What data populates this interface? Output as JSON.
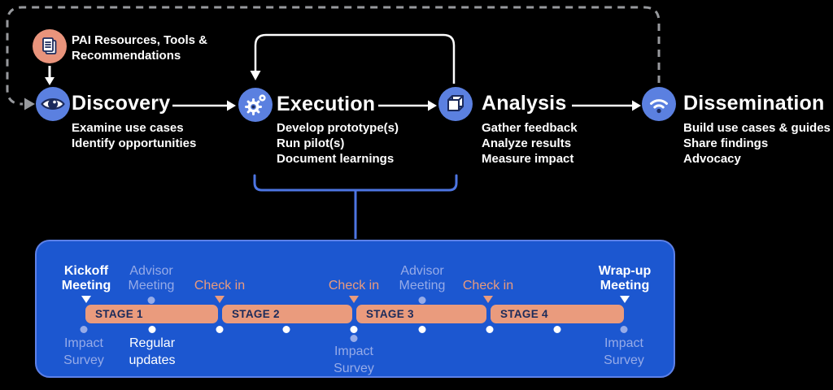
{
  "colors": {
    "background": "#000000",
    "timeline_box": "#1c57d0",
    "timeline_box_border": "#5d81e8",
    "icon_circle_blue": "#5b80e0",
    "icon_navy": "#1b2a5b",
    "salmon": "#ea9b7d",
    "salmon_circle": "#e9947c",
    "periwinkle": "#96abe8",
    "dashed_gray": "#97999d",
    "bracket_blue": "#4d75e2",
    "stage_label_navy": "#1c2b5a",
    "white": "#ffffff"
  },
  "resources": {
    "icon": "document-icon",
    "label": "PAI Resources, Tools & Recommendations"
  },
  "phases": [
    {
      "icon": "eye-icon",
      "title": "Discovery",
      "details": [
        "Examine use cases",
        "Identify opportunities"
      ]
    },
    {
      "icon": "gear-icon",
      "title": "Execution",
      "details": [
        "Develop prototype(s)",
        "Run pilot(s)",
        "Document learnings"
      ]
    },
    {
      "icon": "cube-icon",
      "title": "Analysis",
      "details": [
        "Gather feedback",
        "Analyze results",
        "Measure impact"
      ]
    },
    {
      "icon": "broadcast-icon",
      "title": "Dissemination",
      "details": [
        "Build use cases & guides",
        "Share findings",
        "Advocacy"
      ]
    }
  ],
  "connectors": {
    "dashed_feedback_loop": "Dissemination back to Discovery",
    "white_iteration_loop": "Analysis back to Execution",
    "bracket": "Execution expanded into timeline"
  },
  "timeline": {
    "stages": [
      {
        "label": "STAGE 1"
      },
      {
        "label": "STAGE 2"
      },
      {
        "label": "STAGE 3"
      },
      {
        "label": "STAGE 4"
      }
    ],
    "milestones_above": [
      {
        "label": "Kickoff Meeting",
        "marker": "white-triangle"
      },
      {
        "label": "Advisor Meeting",
        "marker": "periwinkle-dot"
      },
      {
        "label": "Check in",
        "marker": "salmon-triangle"
      },
      {
        "label": "Check in",
        "marker": "salmon-triangle"
      },
      {
        "label": "Advisor Meeting",
        "marker": "periwinkle-dot"
      },
      {
        "label": "Check in",
        "marker": "salmon-triangle"
      },
      {
        "label": "Wrap-up Meeting",
        "marker": "white-triangle"
      }
    ],
    "milestones_below": [
      {
        "label": "Impact Survey",
        "marker": "periwinkle-dot"
      },
      {
        "label": "Regular updates",
        "marker": "white-dot"
      },
      {
        "label": "Impact Survey",
        "marker": "white-dot + periwinkle-dot"
      },
      {
        "label": "Impact Survey",
        "marker": "periwinkle-dot"
      }
    ],
    "unlabeled_below_dots": [
      "white",
      "white",
      "white",
      "white",
      "white"
    ]
  }
}
